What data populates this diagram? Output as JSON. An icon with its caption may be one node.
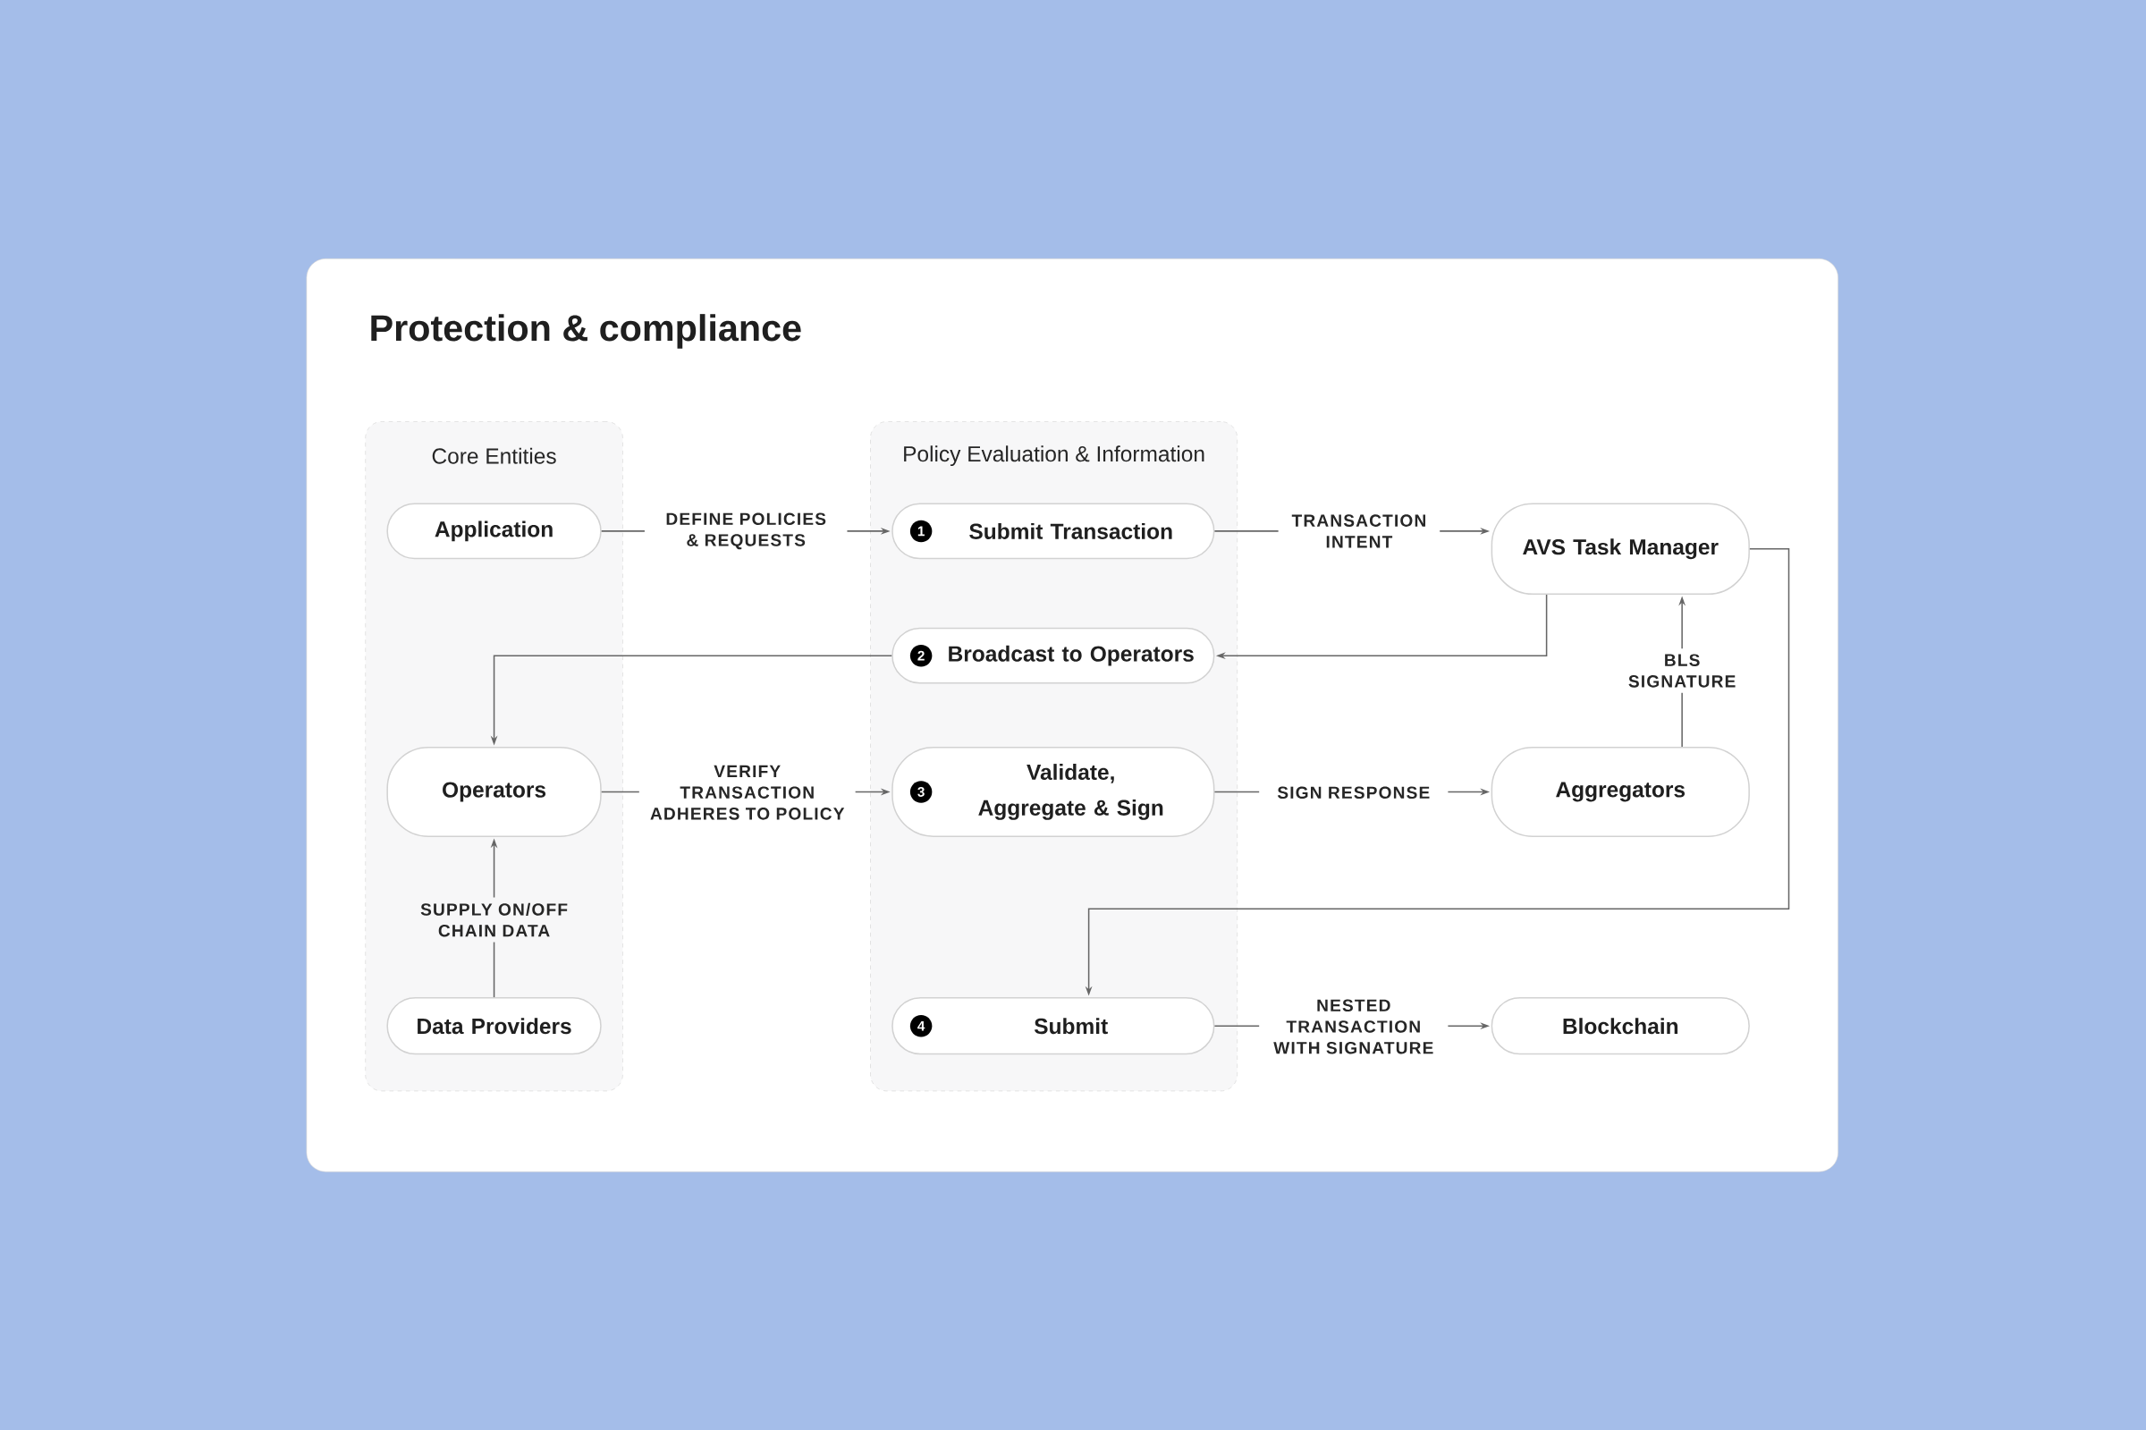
{
  "diagram": {
    "title": "Protection & compliance",
    "nodes": [
      {
        "text": [
          "Core Entities"
        ]
      },
      {
        "text": [
          "Application"
        ],
        "in": 0
      },
      {
        "text": [
          "Operators"
        ],
        "in": 0
      },
      {
        "text": [
          "Data Providers"
        ],
        "in": 0
      },
      {
        "text": [
          "Policy Evaluation & Information"
        ]
      },
      {
        "text": [
          "1",
          "Submit Transaction"
        ],
        "in": 4
      },
      {
        "text": [
          "2",
          "Broadcast to Operators"
        ],
        "in": 4
      },
      {
        "text": [
          "3",
          "Validate, Aggregate & Sign"
        ],
        "in": 4
      },
      {
        "text": [
          "4",
          "Submit"
        ],
        "in": 4
      },
      {
        "text": [
          "AVS Task Manager"
        ]
      },
      {
        "text": [
          "Aggregators"
        ]
      },
      {
        "text": [
          "Blockchain"
        ]
      }
    ],
    "edges": [
      {
        "from": 1,
        "to": 5,
        "arrow": "to",
        "label": "DEFINE POLICIES & REQUESTS"
      },
      {
        "from": 5,
        "to": 9,
        "arrow": "to",
        "label": "TRANSACTION INTENT"
      },
      {
        "from": 9,
        "to": 6,
        "arrow": "to"
      },
      {
        "from": 6,
        "to": 2,
        "arrow": "to"
      },
      {
        "from": 2,
        "to": 7,
        "arrow": "to",
        "label": "VERIFY TRANSACTION ADHERES TO POLICY"
      },
      {
        "from": 7,
        "to": 10,
        "arrow": "to",
        "label": "SIGN RESPONSE"
      },
      {
        "from": 10,
        "to": 9,
        "arrow": "to",
        "label": "BLS SIGNATURE"
      },
      {
        "from": 9,
        "to": 8,
        "arrow": "to"
      },
      {
        "from": 3,
        "to": 2,
        "arrow": "to",
        "label": "SUPPLY ON/OFF CHAIN DATA"
      },
      {
        "from": 8,
        "to": 11,
        "arrow": "to",
        "label": "NESTED TRANSACTION WITH SIGNATURE"
      }
    ]
  }
}
